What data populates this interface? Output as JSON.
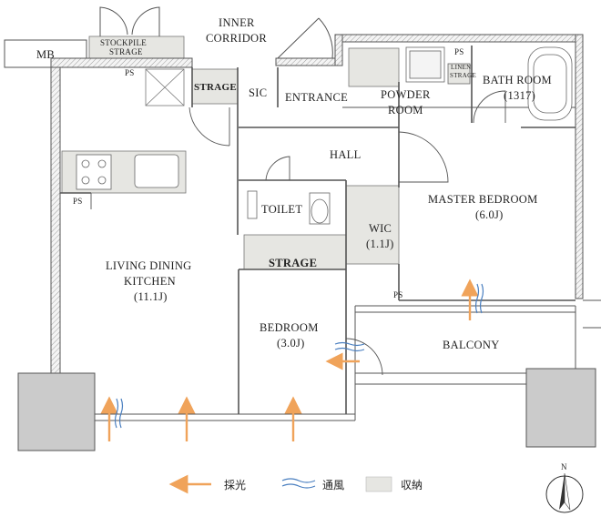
{
  "rooms": {
    "mb": "MB",
    "stockpile_1": "STOCKPILE",
    "stockpile_2": "STRAGE",
    "corridor_1": "INNER",
    "corridor_2": "CORRIDOR",
    "ps_top_left": "PS",
    "strage_top": "STRAGE",
    "sic": "SIC",
    "entrance": "ENTRANCE",
    "powder_1": "POWDER",
    "powder_2": "ROOM",
    "ps_top_right": "PS",
    "linen_1": "LINEN",
    "linen_2": "STRAGE",
    "bath_1": "BATH ROOM",
    "bath_2": "(1317)",
    "hall": "HALL",
    "master_1": "MASTER BEDROOM",
    "master_2": "(6.0J)",
    "toilet": "TOILET",
    "wic_1": "WIC",
    "wic_2": "(1.1J)",
    "strage_mid": "STRAGE",
    "ps_mid": "PS",
    "ps_left": "PS",
    "ldk_1": "LIVING DINING",
    "ldk_2": "KITCHEN",
    "ldk_3": "(11.1J)",
    "bedroom_1": "BEDROOM",
    "bedroom_2": "(3.0J)",
    "balcony": "BALCONY"
  },
  "legend": {
    "light": "採光",
    "wind": "通風",
    "storage": "収納"
  },
  "compass": {
    "north": "N"
  },
  "colors": {
    "wall": "#5a5a5a",
    "storage": "#e6e6e2",
    "column": "#cbcbcb",
    "light_arrow": "#f0a35a",
    "wind": "#4a7fc0"
  }
}
